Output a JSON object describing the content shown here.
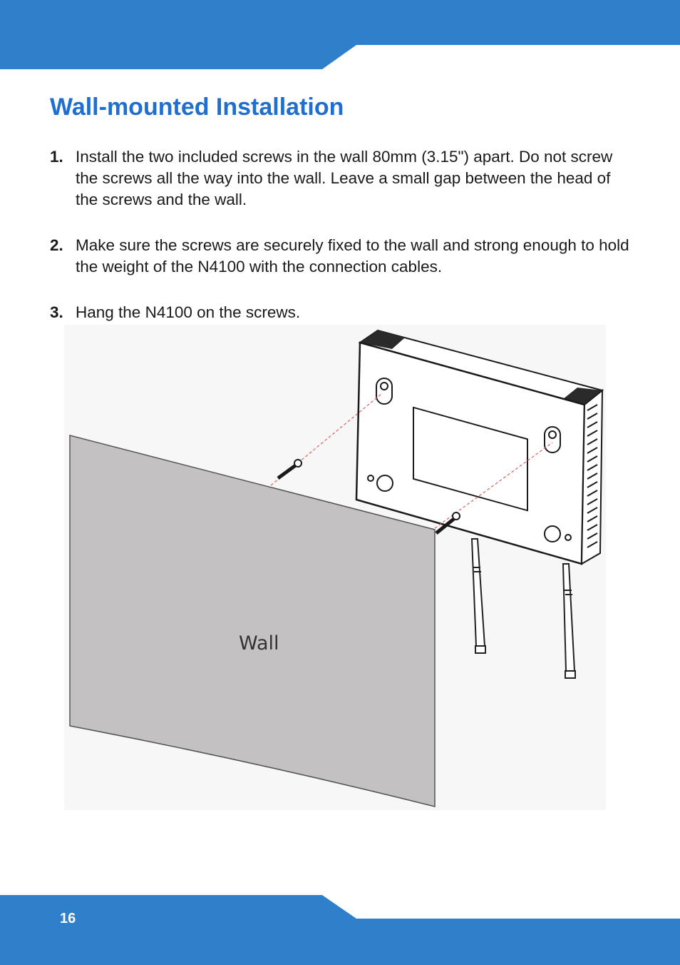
{
  "header": {
    "accent_color": "#2f7fca"
  },
  "page": {
    "title": "Wall-mounted Installation",
    "number": "16"
  },
  "steps": [
    {
      "number": "1.",
      "text": "Install the two included screws in the wall 80mm (3.15\") apart. Do not screw the screws all the way into the wall. Leave a small gap between the head of the screws and the wall."
    },
    {
      "number": "2.",
      "text": "Make sure the screws are securely fixed to the wall and strong enough to hold the weight of the N4100 with the connection cables."
    },
    {
      "number": "3.",
      "text": "Hang the N4100 on the screws."
    }
  ],
  "figure": {
    "wall_label": "Wall",
    "wall_color": "#c3c1c2"
  }
}
